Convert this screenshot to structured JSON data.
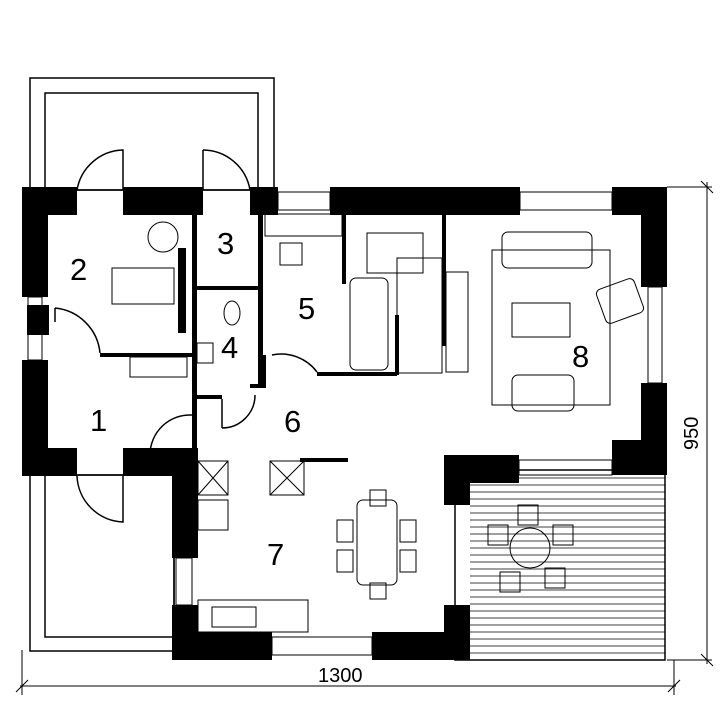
{
  "rooms": [
    {
      "number": "1"
    },
    {
      "number": "2"
    },
    {
      "number": "3"
    },
    {
      "number": "4"
    },
    {
      "number": "5"
    },
    {
      "number": "6"
    },
    {
      "number": "7"
    },
    {
      "number": "8"
    }
  ],
  "dimensions": {
    "width": "1300",
    "depth": "950"
  }
}
